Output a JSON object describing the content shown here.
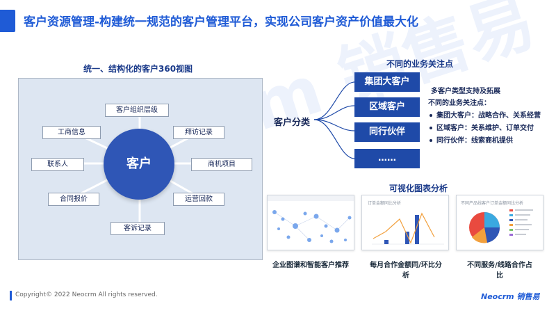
{
  "header": {
    "title": "客户资源管理-构建统一规范的客户管理平台，实现公司客户资产价值最大化"
  },
  "left_section": {
    "heading": "统一、结构化的客户360视图",
    "center": "客户",
    "chips": [
      "客户组织层级",
      "工商信息",
      "拜访记录",
      "联系人",
      "商机项目",
      "合同报价",
      "运营回款",
      "客诉记录"
    ]
  },
  "right_section": {
    "heading": "不同的业务关注点",
    "category_label": "客户分类",
    "boxes": [
      "集团大客户",
      "区域客户",
      "同行伙伴",
      "……"
    ],
    "focus_title": "多客户类型支持及拓展",
    "focus_subtitle": "不同的业务关注点：",
    "focus_items": [
      "集团大客户：战略合作、关系经营",
      "区域客户：关系维护、订单交付",
      "同行伙伴：线索商机提供"
    ]
  },
  "charts_section": {
    "heading": "可视化图表分析",
    "captions": [
      "企业图谱和智能客户推荐",
      "每月合作金额同/环比分析",
      "不同服务/线路合作占比"
    ],
    "thumb2_title": "订单金额同比分析",
    "thumb3_title": "不同产品线客户订单金额同比分析"
  },
  "footer": {
    "copyright": "Copyright© 2022 Neocrm All rights reserved.",
    "brand": "Neocrm 销售易"
  },
  "watermark": "Neocrm 销售易",
  "colors": {
    "accent": "#1f5bd6",
    "box": "#1f4aa8",
    "circle": "#2f56b6",
    "panel": "#dde6f2"
  }
}
